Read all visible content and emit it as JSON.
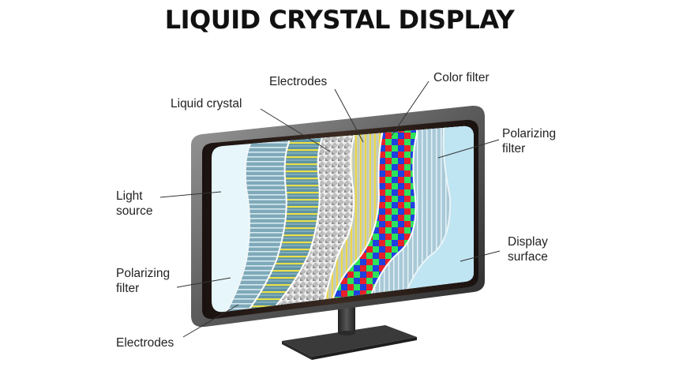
{
  "title": "LIQUID CRYSTAL DISPLAY",
  "labels": {
    "liquid_crystal": "Liquid crystal",
    "electrodes_top": "Electrodes",
    "color_filter": "Color filter",
    "polarizing_filter_right": "Polarizing\nfilter",
    "light_source": "Light\nsource",
    "polarizing_filter_left": "Polarizing\nfilter",
    "electrodes_bottom": "Electrodes",
    "display_surface": "Display\nsurface"
  },
  "layers": [
    {
      "name": "Light source",
      "color": "#e6f6fb"
    },
    {
      "name": "Polarizing filter",
      "color": "#8fb9c9"
    },
    {
      "name": "Electrodes",
      "color": "#6f9fae",
      "stripe": "#f2e24a"
    },
    {
      "name": "Liquid crystal",
      "color": "#c8c8c8"
    },
    {
      "name": "Electrodes",
      "color": "#d9d9b8",
      "stripe": "#f2d83a"
    },
    {
      "name": "Color filter",
      "colors": [
        "#e8202a",
        "#2ee25a",
        "#1f3fe0"
      ]
    },
    {
      "name": "Polarizing filter",
      "color": "#9fc3d3"
    },
    {
      "name": "Display surface",
      "color": "#bfe4f2"
    }
  ]
}
